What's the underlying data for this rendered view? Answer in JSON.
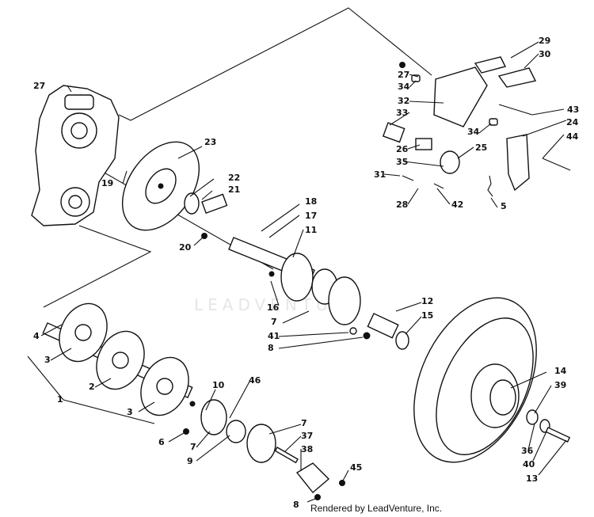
{
  "footer": "Rendered by LeadVenture, Inc.",
  "watermark": "LEADVENTURE",
  "callouts": [
    "27",
    "23",
    "19",
    "22",
    "21",
    "20",
    "18",
    "17",
    "11",
    "16",
    "7",
    "41",
    "8",
    "12",
    "15",
    "4",
    "3",
    "2",
    "1",
    "3",
    "6",
    "10",
    "46",
    "7",
    "9",
    "7",
    "37",
    "38",
    "45",
    "8",
    "14",
    "39",
    "36",
    "40",
    "13",
    "29",
    "30",
    "27",
    "34",
    "32",
    "43",
    "33",
    "34",
    "24",
    "26",
    "25",
    "44",
    "35",
    "31",
    "28",
    "42",
    "5"
  ]
}
